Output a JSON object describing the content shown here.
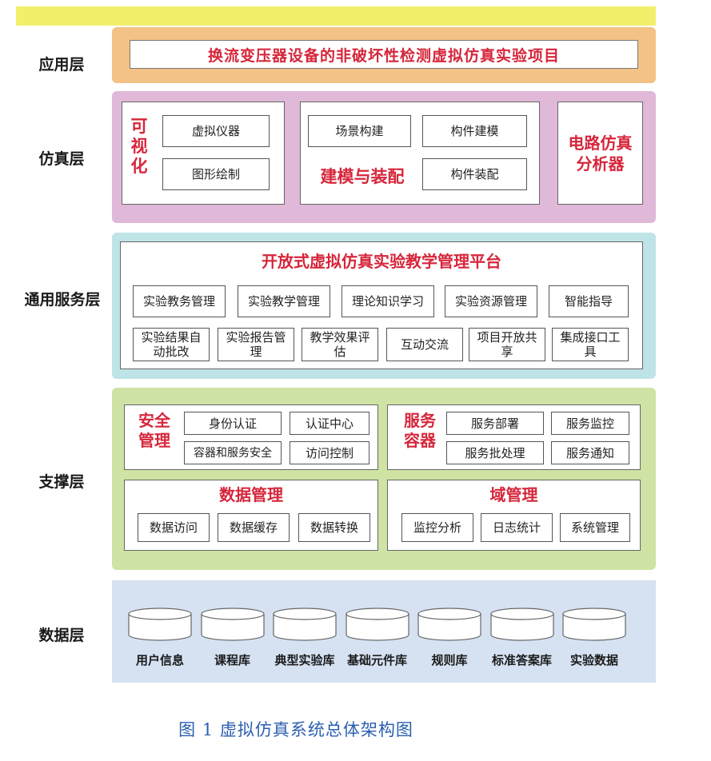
{
  "layers": {
    "application": {
      "label": "应用层",
      "project_title": "换流变压器设备的非破坏性检测虚拟仿真实验项目",
      "color": "#f3c285"
    },
    "simulation": {
      "label": "仿真层",
      "color": "#e0b8d8",
      "visualization": {
        "title_lines": [
          "可",
          "视",
          "化"
        ],
        "items": [
          "虚拟仪器",
          "图形绘制"
        ]
      },
      "modeling": {
        "title": "建模与装配",
        "items": [
          "场景构建",
          "构件建模",
          "构件装配"
        ]
      },
      "circuit": {
        "title_lines": [
          "电路仿真",
          "分析器"
        ]
      }
    },
    "service": {
      "label": "通用服务层",
      "color": "#bfe4e8",
      "platform_title": "开放式虚拟仿真实验教学管理平台",
      "row1": [
        "实验教务管理",
        "实验教学管理",
        "理论知识学习",
        "实验资源管理",
        "智能指导"
      ],
      "row2": [
        [
          "实验结果自",
          "动批改"
        ],
        [
          "实验报告管",
          "理"
        ],
        [
          "教学效果评",
          "估"
        ],
        [
          "互动交流"
        ],
        [
          "项目开放共",
          "享"
        ],
        [
          "集成接口工",
          "具"
        ]
      ]
    },
    "support": {
      "label": "支撑层",
      "color": "#cfe3a4",
      "security": {
        "title_lines": [
          "安全",
          "管理"
        ],
        "items": [
          "身份认证",
          "认证中心",
          "容器和服务安全",
          "访问控制"
        ]
      },
      "container": {
        "title_lines": [
          "服务",
          "容器"
        ],
        "items": [
          "服务部署",
          "服务监控",
          "服务批处理",
          "服务通知"
        ]
      },
      "data_mgmt": {
        "title": "数据管理",
        "items": [
          "数据访问",
          "数据缓存",
          "数据转换"
        ]
      },
      "domain_mgmt": {
        "title": "域管理",
        "items": [
          "监控分析",
          "日志统计",
          "系统管理"
        ]
      }
    },
    "data": {
      "label": "数据层",
      "color": "#d6e2f2",
      "stores": [
        "用户信息",
        "课程库",
        "典型实验库",
        "基础元件库",
        "规则库",
        "标准答案库",
        "实验数据"
      ]
    }
  },
  "caption": "图 1  虚拟仿真系统总体架构图",
  "colors": {
    "accent_red": "#d6263b",
    "caption_blue": "#2a5fb0",
    "top_strip": "#f2f06a"
  }
}
